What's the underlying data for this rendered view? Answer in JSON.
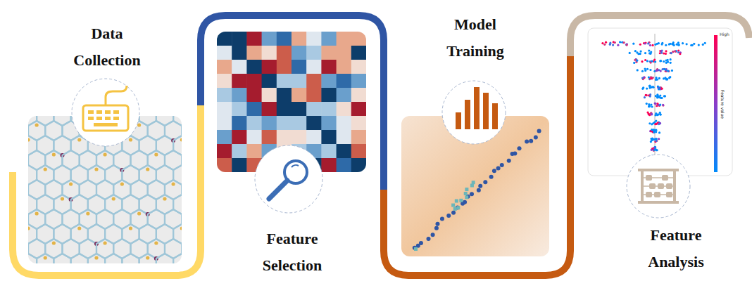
{
  "diagram": {
    "labels": [
      "Data Collection",
      "Feature Selection",
      "Model Training",
      "Feature Analysis",
      "High",
      "Feature value"
    ]
  }
}
